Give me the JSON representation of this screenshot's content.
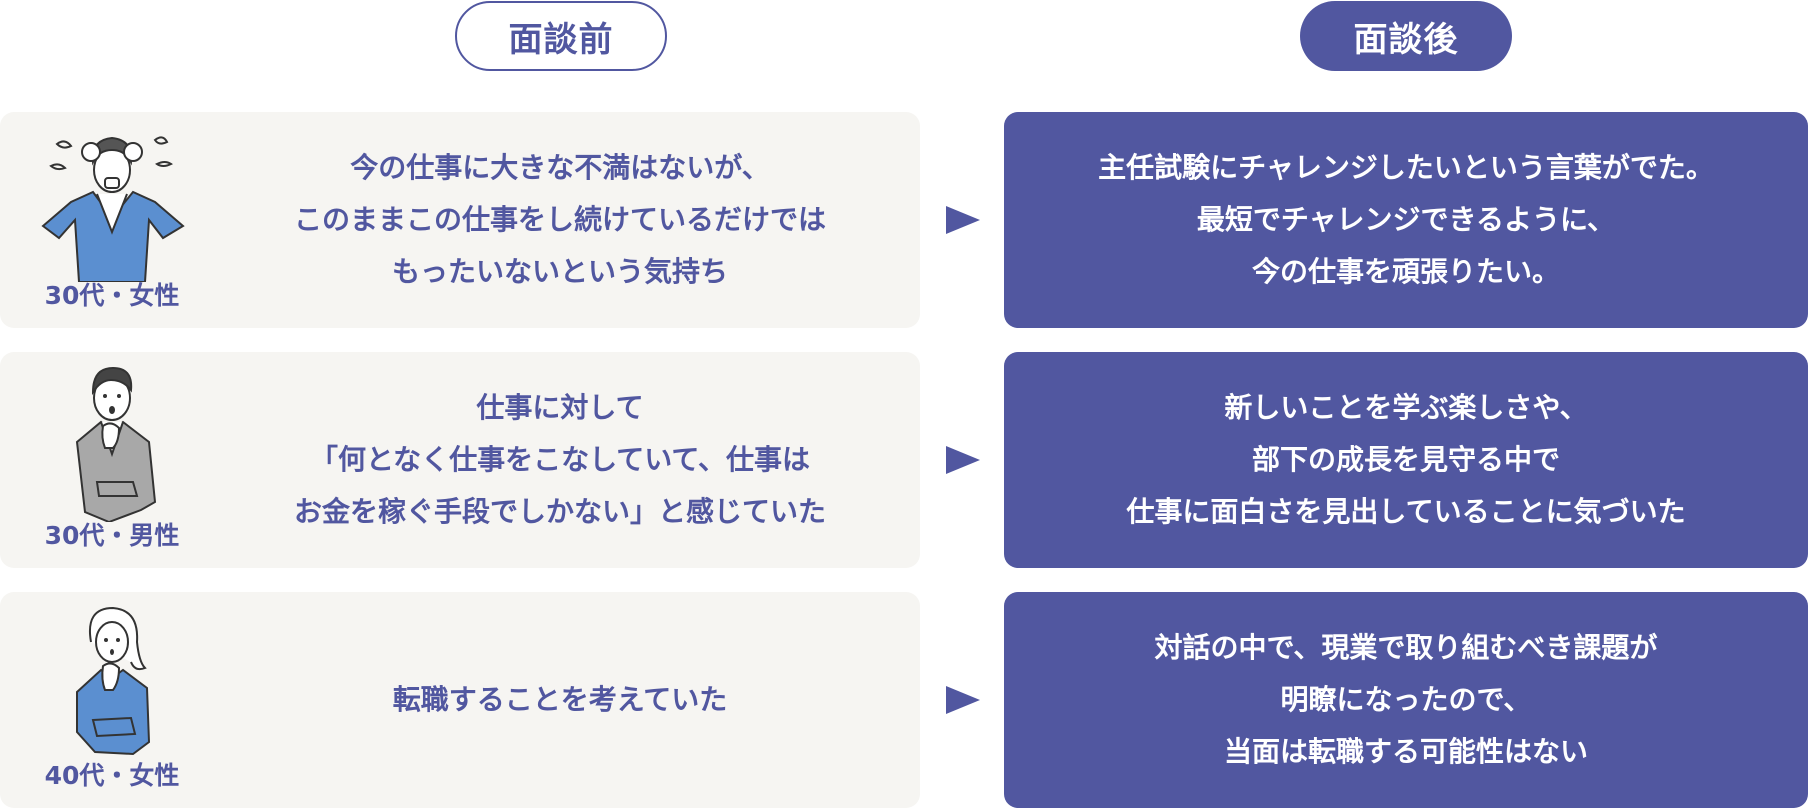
{
  "header": {
    "before_label": "面談前",
    "after_label": "面談後"
  },
  "colors": {
    "accent": "#5157a0",
    "card_bg": "#f6f5f2",
    "illustration_blue": "#5b8fd0",
    "illustration_gray": "#a8a8a8"
  },
  "rows": [
    {
      "persona": {
        "label": "30代・女性",
        "icon": "stressed-woman-illustration"
      },
      "before": [
        "今の仕事に大きな不満はないが、",
        "このままこの仕事をし続けているだけでは",
        "もったいないという気持ち"
      ],
      "after": [
        "主任試験にチャレンジしたいという言葉がでた。",
        "最短でチャレンジできるように、",
        "今の仕事を頑張りたい。"
      ]
    },
    {
      "persona": {
        "label": "30代・男性",
        "icon": "thinking-man-illustration"
      },
      "before": [
        "仕事に対して",
        "「何となく仕事をこなしていて、仕事は",
        "お金を稼ぐ手段でしかない」と感じていた"
      ],
      "after": [
        "新しいことを学ぶ楽しさや、",
        "部下の成長を見守る中で",
        "仕事に面白さを見出していることに気づいた"
      ]
    },
    {
      "persona": {
        "label": "40代・女性",
        "icon": "thinking-woman-illustration"
      },
      "before": [
        "転職することを考えていた"
      ],
      "after": [
        "対話の中で、現業で取り組むべき課題が",
        "明瞭になったので、",
        "当面は転職する可能性はない"
      ]
    }
  ]
}
